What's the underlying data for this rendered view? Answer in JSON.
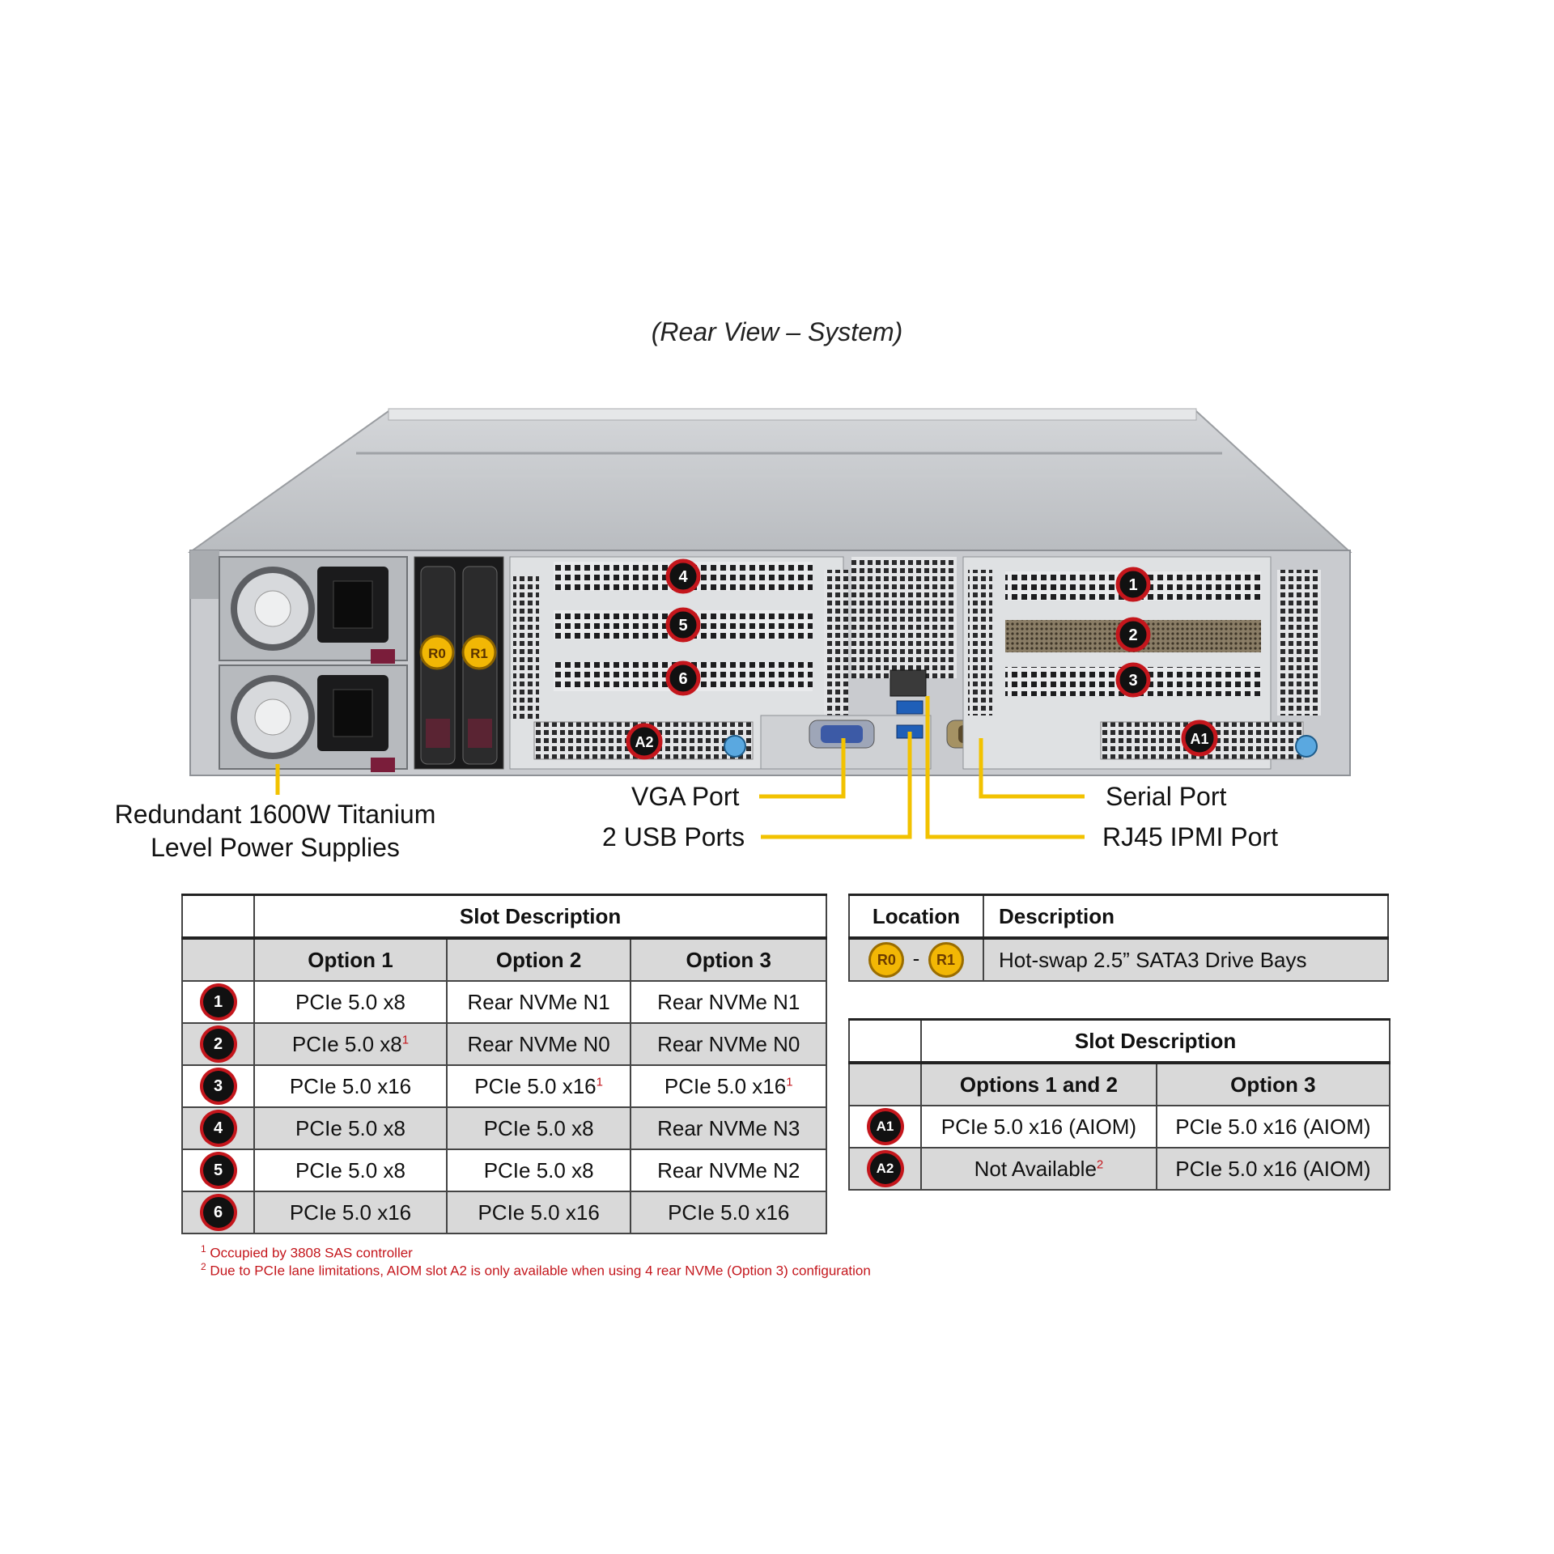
{
  "title": "(Rear View – System)",
  "colors": {
    "callout": "#f2c200",
    "badge_red": "#c4161c",
    "badge_yellow": "#f2b705",
    "table_shade": "#d9d9d9"
  },
  "badges": {
    "s1": "1",
    "s2": "2",
    "s3": "3",
    "s4": "4",
    "s5": "5",
    "s6": "6",
    "r0": "R0",
    "r1": "R1",
    "a1": "A1",
    "a2": "A2"
  },
  "callouts": {
    "psu_line1": "Redundant  1600W Titanium",
    "psu_line2": "Level Power Supplies",
    "vga": "VGA Port",
    "usb": "2 USB Ports",
    "serial": "Serial Port",
    "rj45": "RJ45 IPMI  Port"
  },
  "slot_table": {
    "header": "Slot Description",
    "options": [
      "Option 1",
      "Option 2",
      "Option 3"
    ],
    "rows": [
      {
        "slot": "1",
        "o1": "PCIe  5.0 x8",
        "o2": "Rear NVMe N1",
        "o3": "Rear NVMe N1",
        "o1_fn": "",
        "o2_fn": "",
        "o3_fn": ""
      },
      {
        "slot": "2",
        "o1": "PCIe  5.0 x8",
        "o2": "Rear NVMe N0",
        "o3": "Rear NVMe N0",
        "o1_fn": "1",
        "o2_fn": "",
        "o3_fn": ""
      },
      {
        "slot": "3",
        "o1": "PCIe  5.0 x16",
        "o2": "PCIe  5.0 x16",
        "o3": "PCIe  5.0 x16",
        "o1_fn": "",
        "o2_fn": "1",
        "o3_fn": "1"
      },
      {
        "slot": "4",
        "o1": "PCIe  5.0 x8",
        "o2": "PCIe  5.0 x8",
        "o3": "Rear NVMe N3",
        "o1_fn": "",
        "o2_fn": "",
        "o3_fn": ""
      },
      {
        "slot": "5",
        "o1": "PCIe  5.0 x8",
        "o2": "PCIe  5.0 x8",
        "o3": "Rear NVMe N2",
        "o1_fn": "",
        "o2_fn": "",
        "o3_fn": ""
      },
      {
        "slot": "6",
        "o1": "PCIe  5.0 x16",
        "o2": "PCIe  5.0 x16",
        "o3": "PCIe  5.0 x16",
        "o1_fn": "",
        "o2_fn": "",
        "o3_fn": ""
      }
    ]
  },
  "location_table": {
    "col1": "Location",
    "col2": "Description",
    "row": {
      "from": "R0",
      "sep": "-",
      "to": "R1",
      "desc": "Hot-swap  2.5” SATA3 Drive  Bays"
    }
  },
  "aiom_table": {
    "header": "Slot Description",
    "options": [
      "Options  1 and 2",
      "Option  3"
    ],
    "rows": [
      {
        "slot": "A1",
        "o12": "PCIe  5.0 x16 (AIOM)",
        "o3": "PCIe  5.0 x16 (AIOM)",
        "o12_fn": ""
      },
      {
        "slot": "A2",
        "o12": "Not Available",
        "o3": "PCIe  5.0 x16 (AIOM)",
        "o12_fn": "2"
      }
    ]
  },
  "footnotes": [
    {
      "n": "1",
      "text": "Occupied by 3808 SAS controller"
    },
    {
      "n": "2",
      "text": "Due to PCIe lane limitations, AIOM slot A2 is only available when using 4 rear NVMe (Option 3) configuration"
    }
  ]
}
